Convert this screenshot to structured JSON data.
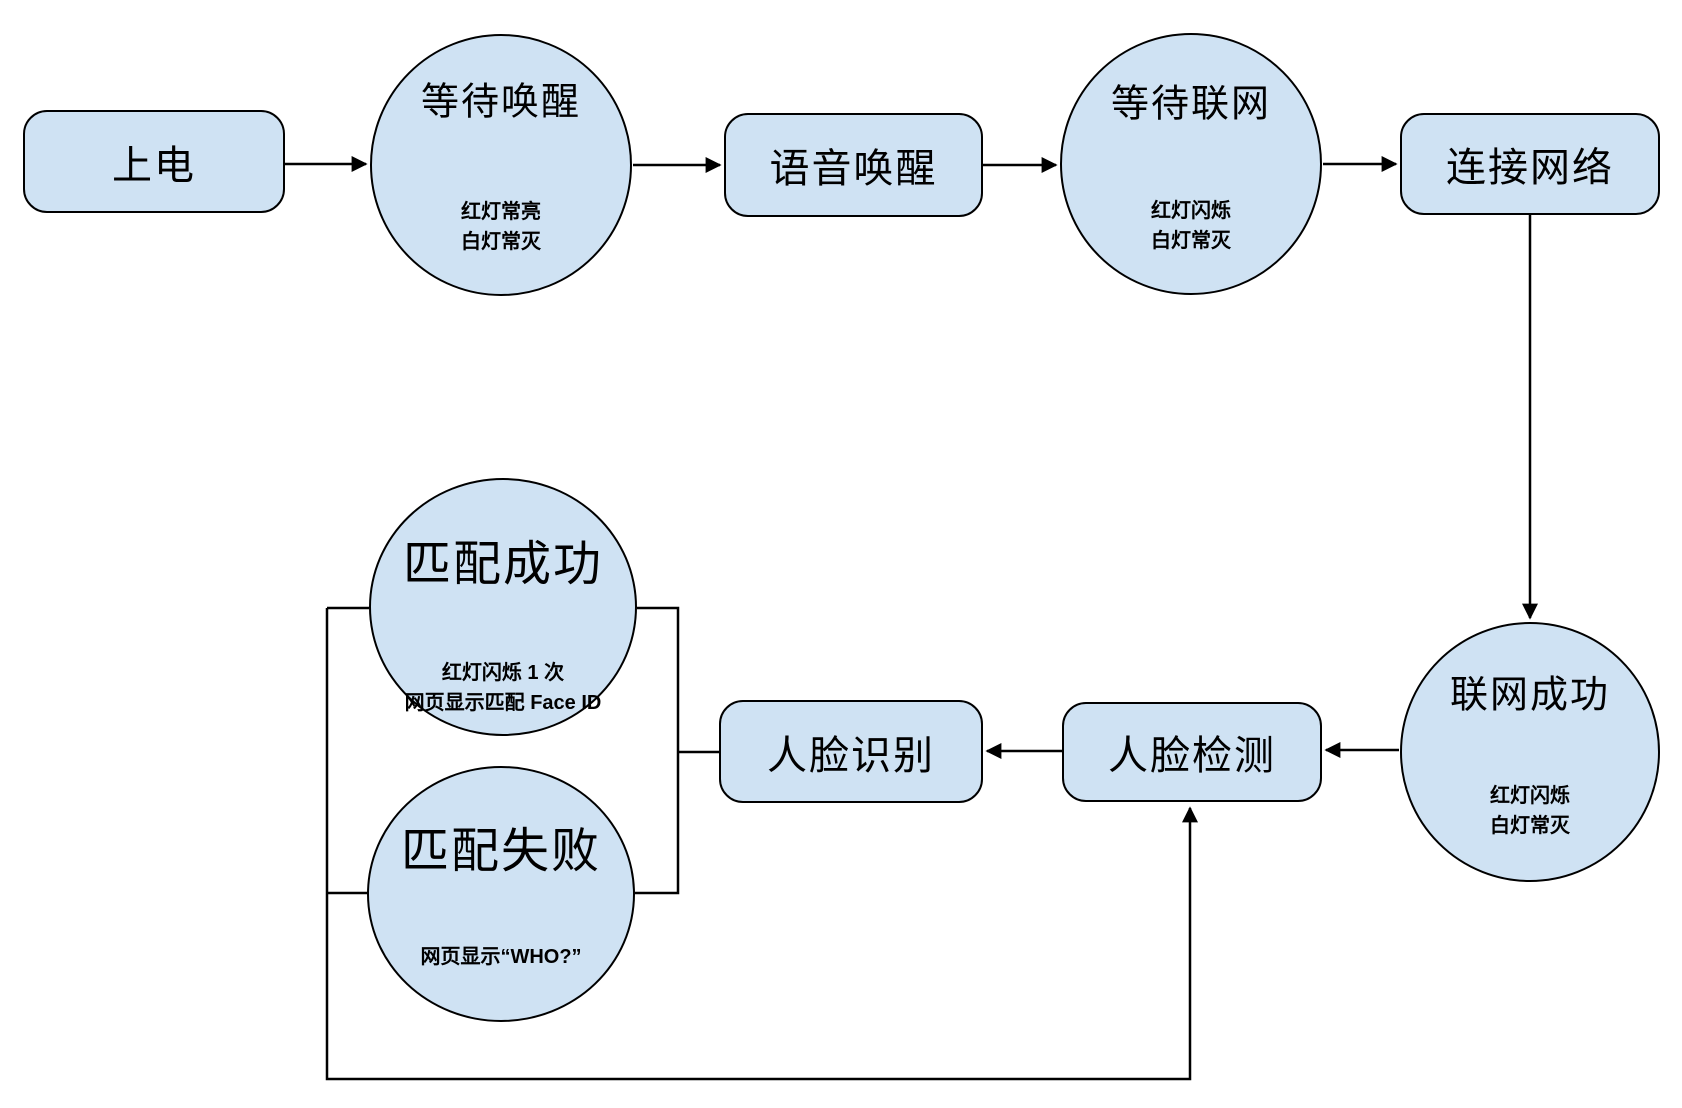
{
  "colors": {
    "node_fill": "#cfe2f3",
    "node_border": "#000000",
    "line_color": "#000000",
    "background": "#ffffff",
    "text": "#000000"
  },
  "nodes": {
    "power_on": {
      "label": "上电",
      "shape": "rectangle"
    },
    "wait_wake": {
      "label": "等待唤醒",
      "sub": "红灯常亮\n白灯常灭",
      "shape": "circle"
    },
    "voice_wake": {
      "label": "语音唤醒",
      "shape": "rectangle"
    },
    "wait_network": {
      "label": "等待联网",
      "sub": "红灯闪烁\n白灯常灭",
      "shape": "circle"
    },
    "connect_network": {
      "label": "连接网络",
      "shape": "rectangle"
    },
    "network_success": {
      "label": "联网成功",
      "sub": "红灯闪烁\n白灯常灭",
      "shape": "circle"
    },
    "face_detect": {
      "label": "人脸检测",
      "shape": "rectangle"
    },
    "face_recognize": {
      "label": "人脸识别",
      "shape": "rectangle"
    },
    "match_success": {
      "label": "匹配成功",
      "sub": "红灯闪烁 1 次\n网页显示匹配 Face ID",
      "shape": "circle"
    },
    "match_fail": {
      "label": "匹配失败",
      "sub": "网页显示“WHO?”",
      "shape": "circle"
    }
  },
  "edges": [
    {
      "from": "上电",
      "to": "等待唤醒",
      "arrow": true
    },
    {
      "from": "等待唤醒",
      "to": "语音唤醒",
      "arrow": true
    },
    {
      "from": "语音唤醒",
      "to": "等待联网",
      "arrow": true
    },
    {
      "from": "等待联网",
      "to": "连接网络",
      "arrow": true
    },
    {
      "from": "连接网络",
      "to": "联网成功",
      "arrow": true
    },
    {
      "from": "联网成功",
      "to": "人脸检测",
      "arrow": true
    },
    {
      "from": "人脸检测",
      "to": "人脸识别",
      "arrow": true
    },
    {
      "from": "人脸识别",
      "to": "匹配成功",
      "arrow": false
    },
    {
      "from": "人脸识别",
      "to": "匹配失败",
      "arrow": false
    },
    {
      "from": "匹配成功",
      "to": "人脸检测",
      "arrow": true
    },
    {
      "from": "匹配失败",
      "to": "人脸检测",
      "arrow": true
    }
  ]
}
